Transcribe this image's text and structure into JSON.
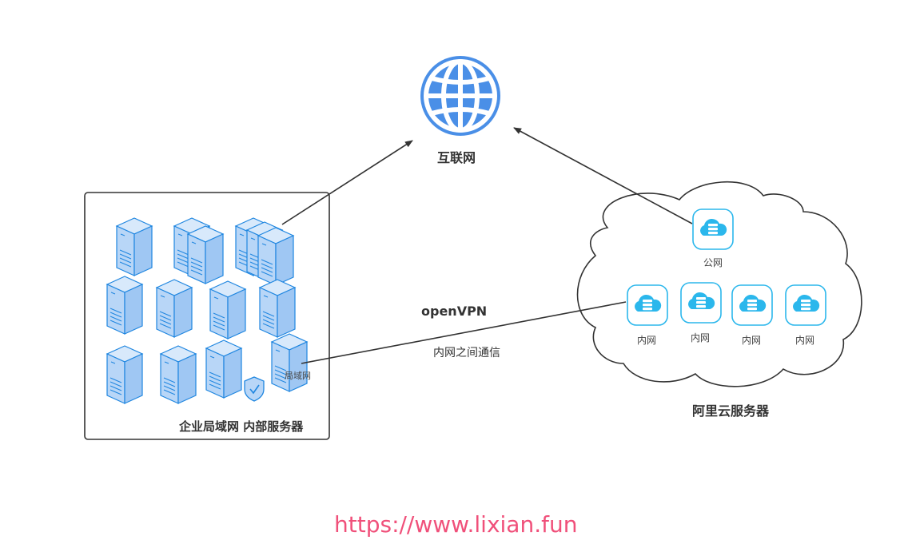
{
  "internet": {
    "label": "互联网",
    "icon": "globe-icon"
  },
  "lan": {
    "title": "企业局域网 内部服务器",
    "node_label": "局域网",
    "icon": "server-rack-icon"
  },
  "vpn": {
    "title": "openVPN",
    "subtitle": "内网之间通信"
  },
  "aliyun": {
    "title": "阿里云服务器",
    "public_node": "公网",
    "private_nodes": [
      "内网",
      "内网",
      "内网",
      "内网"
    ],
    "icon": "cloud-server-icon"
  },
  "watermark": "https://www.lixian.fun",
  "colors": {
    "globe": "#4a8fe7",
    "server_fill": "#b8d6f7",
    "server_stroke": "#1f86e0",
    "cloud_icon": "#2bb7ec",
    "watermark": "#f0507a"
  }
}
